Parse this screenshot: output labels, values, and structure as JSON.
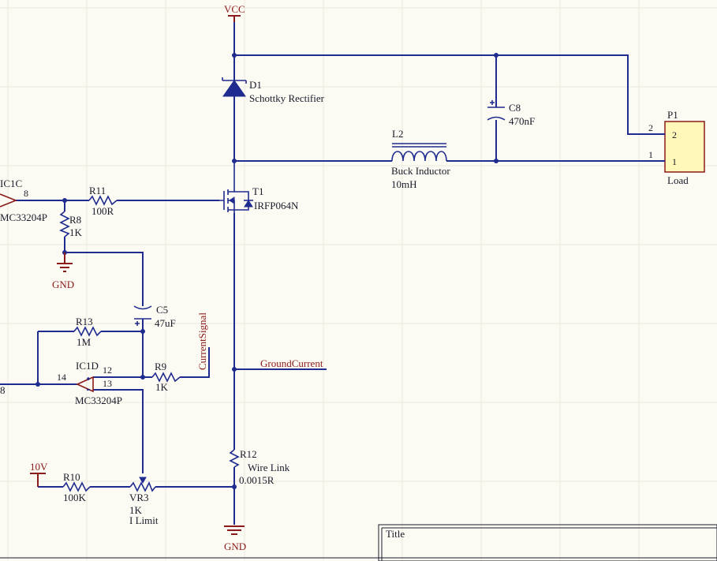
{
  "power": {
    "vcc": "VCC",
    "gnd_top": "GND",
    "gnd_bottom": "GND",
    "ten_v": "10V"
  },
  "parts": {
    "d1": {
      "ref": "D1",
      "value": "Schottky Rectifier"
    },
    "c8": {
      "ref": "C8",
      "value": "470nF"
    },
    "l2": {
      "ref": "L2",
      "value": "Buck Inductor",
      "value2": "10mH"
    },
    "p1": {
      "ref": "P1",
      "value": "Load",
      "pin2": "2",
      "pin1": "1",
      "num2": "2",
      "num1": "1"
    },
    "t1": {
      "ref": "T1",
      "value": "IRFP064N"
    },
    "ic1c": {
      "ref": "IC1C",
      "value": "MC33204P",
      "pin": "8"
    },
    "r11": {
      "ref": "R11",
      "value": "100R"
    },
    "r8": {
      "ref": "R8",
      "value": "1K"
    },
    "c5": {
      "ref": "C5",
      "value": "47uF"
    },
    "r13": {
      "ref": "R13",
      "value": "1M"
    },
    "ic1d": {
      "ref": "IC1D",
      "value": "MC33204P",
      "pin_out": "14",
      "pin_a": "12",
      "pin_b": "13",
      "left_edge": "8"
    },
    "r9": {
      "ref": "R9",
      "value": "1K"
    },
    "r12": {
      "ref": "R12",
      "value": "Wire Link",
      "value2": "0.0015R"
    },
    "r10": {
      "ref": "R10",
      "value": "100K"
    },
    "vr3": {
      "ref": "VR3",
      "value": "1K",
      "value2": "I Limit"
    }
  },
  "nets": {
    "current_signal": "CurrentSignal",
    "ground_current": "GroundCurrent"
  },
  "title_block": {
    "label": "Title"
  }
}
